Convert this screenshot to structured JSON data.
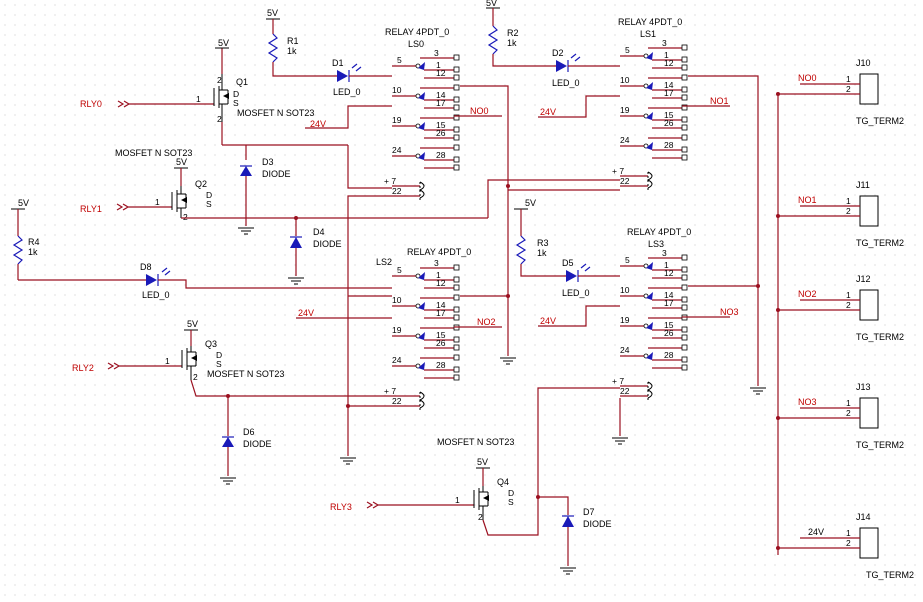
{
  "colors": {
    "wire": "#9b1020",
    "part": "#1a1ab8",
    "net": "#c00000",
    "grid": "#c9c9c9"
  },
  "vcc5": "5V",
  "vcc24": "24V",
  "inputs": {
    "rly0": "RLY0",
    "rly1": "RLY1",
    "rly2": "RLY2",
    "rly3": "RLY3"
  },
  "mosfets": [
    {
      "ref": "Q1",
      "type": "MOSFET N SOT23",
      "d": "D",
      "s": "S",
      "p1": "1",
      "p2": "2"
    },
    {
      "ref": "Q2",
      "type": "MOSFET N SOT23",
      "d": "D",
      "s": "S",
      "p1": "1",
      "p2": "2"
    },
    {
      "ref": "Q3",
      "type": "MOSFET N SOT23",
      "d": "D",
      "s": "S",
      "p1": "1",
      "p2": "2"
    },
    {
      "ref": "Q4",
      "type": "MOSFET N SOT23",
      "d": "D",
      "s": "S",
      "p1": "1",
      "p2": "2"
    }
  ],
  "resistors": [
    {
      "ref": "R1",
      "val": "1k"
    },
    {
      "ref": "R2",
      "val": "1k"
    },
    {
      "ref": "R3",
      "val": "1k"
    },
    {
      "ref": "R4",
      "val": "1k"
    }
  ],
  "leds": [
    {
      "ref": "D1",
      "val": "LED_0"
    },
    {
      "ref": "D2",
      "val": "LED_0"
    },
    {
      "ref": "D5",
      "val": "LED_0"
    },
    {
      "ref": "D8",
      "val": "LED_0"
    }
  ],
  "diodes": [
    {
      "ref": "D3",
      "val": "DIODE"
    },
    {
      "ref": "D4",
      "val": "DIODE"
    },
    {
      "ref": "D6",
      "val": "DIODE"
    },
    {
      "ref": "D7",
      "val": "DIODE"
    }
  ],
  "relays": [
    {
      "ref": "LS0",
      "type": "RELAY 4PDT_0",
      "pins": [
        "3",
        "5",
        "1",
        "12",
        "10",
        "14",
        "17",
        "19",
        "15",
        "26",
        "24",
        "28",
        "+ 7",
        "22"
      ],
      "out": "NO0"
    },
    {
      "ref": "LS1",
      "type": "RELAY 4PDT_0",
      "pins": [
        "3",
        "5",
        "1",
        "12",
        "10",
        "14",
        "17",
        "19",
        "15",
        "26",
        "24",
        "28",
        "+ 7",
        "22"
      ],
      "out": "NO1"
    },
    {
      "ref": "LS2",
      "type": "RELAY 4PDT_0",
      "pins": [
        "3",
        "5",
        "1",
        "12",
        "10",
        "14",
        "17",
        "19",
        "15",
        "26",
        "24",
        "28",
        "+ 7",
        "22"
      ],
      "out": "NO2"
    },
    {
      "ref": "LS3",
      "type": "RELAY 4PDT_0",
      "pins": [
        "3",
        "5",
        "1",
        "12",
        "10",
        "14",
        "17",
        "19",
        "15",
        "26",
        "24",
        "28",
        "+ 7",
        "22"
      ],
      "out": "NO3"
    }
  ],
  "connectors": [
    {
      "ref": "J10",
      "net": "NO0",
      "type": "TG_TERM2",
      "p1": "1",
      "p2": "2"
    },
    {
      "ref": "J11",
      "net": "NO1",
      "type": "TG_TERM2",
      "p1": "1",
      "p2": "2"
    },
    {
      "ref": "J12",
      "net": "NO2",
      "type": "TG_TERM2",
      "p1": "1",
      "p2": "2"
    },
    {
      "ref": "J13",
      "net": "NO3",
      "type": "TG_TERM2",
      "p1": "1",
      "p2": "2"
    },
    {
      "ref": "J14",
      "net": "24V",
      "type": "TG_TERM2",
      "p1": "1",
      "p2": "2"
    }
  ]
}
